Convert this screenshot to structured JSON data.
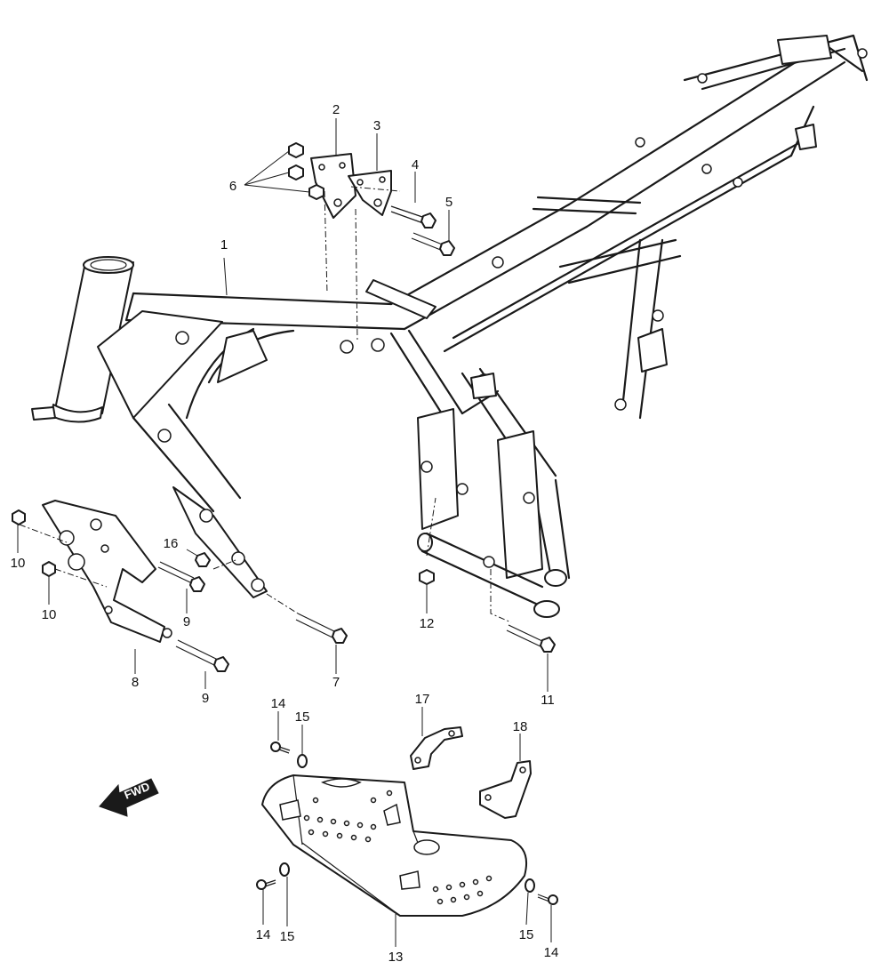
{
  "callouts": {
    "c1": "1",
    "c2": "2",
    "c3": "3",
    "c4": "4",
    "c5": "5",
    "c6": "6",
    "c7": "7",
    "c8": "8",
    "c9a": "9",
    "c9b": "9",
    "c10a": "10",
    "c10b": "10",
    "c11": "11",
    "c12": "12",
    "c13": "13",
    "c14a": "14",
    "c14b": "14",
    "c14c": "14",
    "c15a": "15",
    "c15b": "15",
    "c15c": "15",
    "c16": "16",
    "c17": "17",
    "c18": "18"
  },
  "fwd_label": "FWD",
  "colors": {
    "line": "#1a1a1a",
    "background": "#ffffff"
  }
}
